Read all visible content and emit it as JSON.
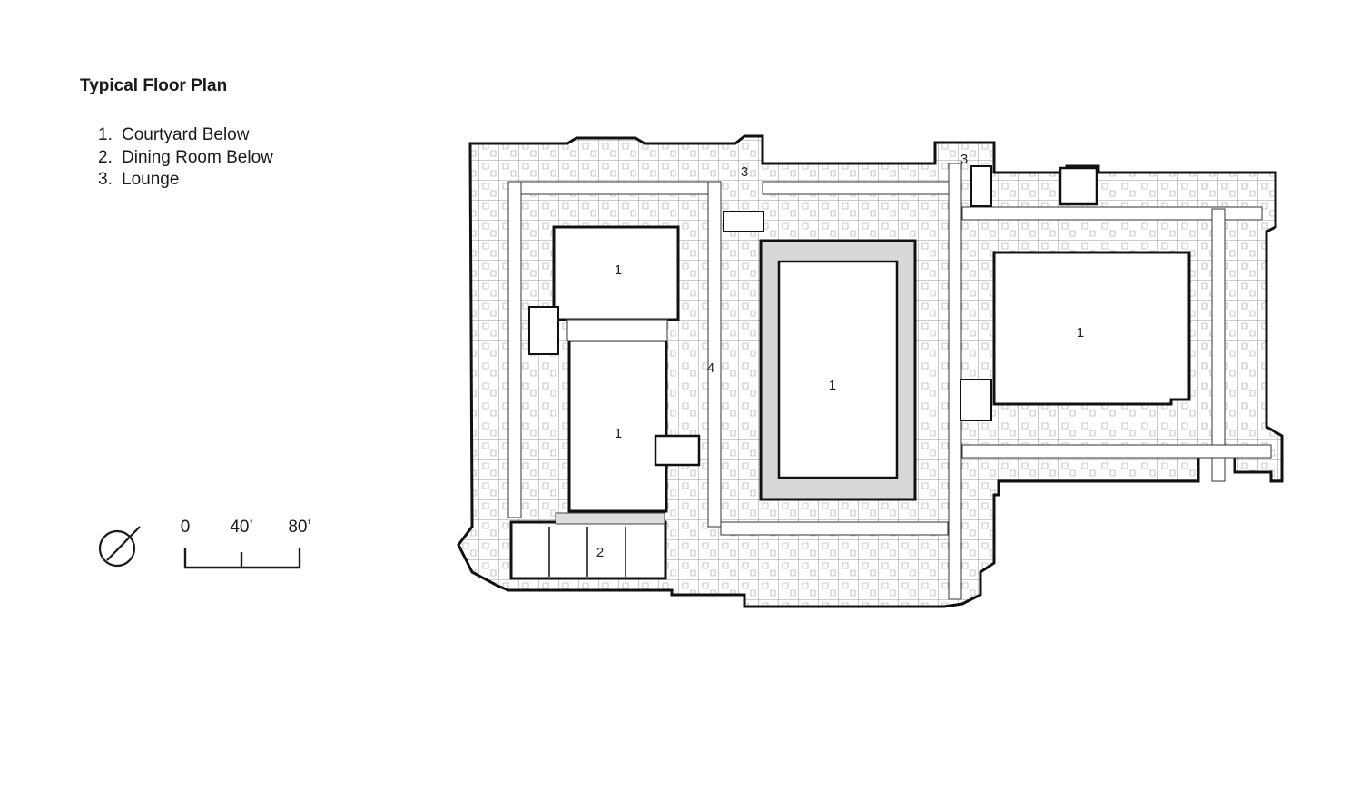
{
  "title": "Typical Floor Plan",
  "legend": [
    {
      "num": "1.",
      "label": "Courtyard Below"
    },
    {
      "num": "2.",
      "label": "Dining Room Below"
    },
    {
      "num": "3.",
      "label": "Lounge"
    }
  ],
  "scale_labels": [
    "0",
    "40’",
    "80’"
  ],
  "plan_labels": {
    "courtyard": "1",
    "dining": "2",
    "lounge": "3",
    "corridor": "4"
  },
  "icons": {
    "north_arrow": "north-arrow-icon"
  }
}
